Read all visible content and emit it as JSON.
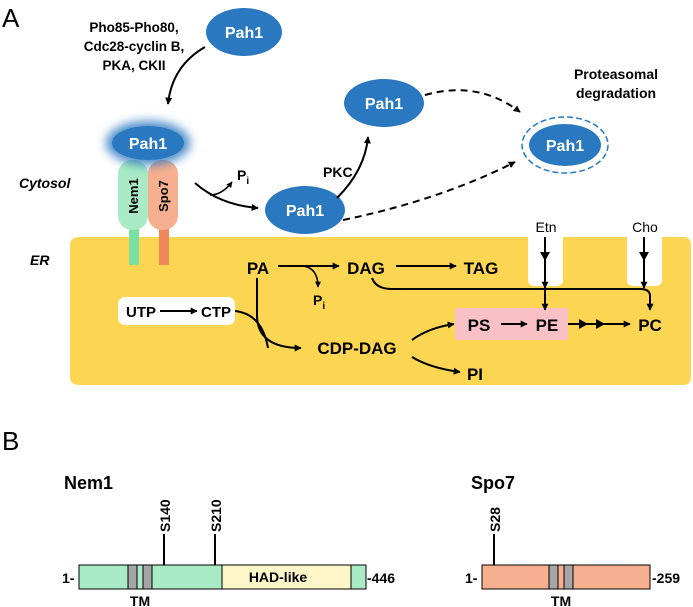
{
  "colors": {
    "pah1_fill": "#2a78c0",
    "er_fill": "#fcd553",
    "nem1_fill": "#a9ebc4",
    "nem1_stem": "#79e0a0",
    "spo7_fill": "#f6b08f",
    "spo7_stem": "#f0885c",
    "ps_pe_box": "#f9c0c6",
    "had_fill": "#fcf6c8",
    "tm_fill": "#a6a6a6"
  },
  "panel_a": {
    "label": "A",
    "kinases": [
      "Pho85-Pho80,",
      "Cdc28-cyclin B,",
      "PKA, CKII"
    ],
    "pah1_label": "Pah1",
    "nem1_label": "Nem1",
    "spo7_label": "Spo7",
    "cytosol_label": "Cytosol",
    "er_label": "ER",
    "pi_main": "P",
    "pi_sub": "i",
    "pkc_label": "PKC",
    "proteasomal": [
      "Proteasomal",
      "degradation"
    ],
    "metabolites": {
      "pa": "PA",
      "dag": "DAG",
      "tag": "TAG",
      "utp": "UTP",
      "ctp": "CTP",
      "cdp_dag": "CDP-DAG",
      "ps": "PS",
      "pe": "PE",
      "pc": "PC",
      "pi_lipid": "PI",
      "etn": "Etn",
      "cho": "Cho"
    }
  },
  "panel_b": {
    "label": "B",
    "nem1": {
      "title": "Nem1",
      "start": "1-",
      "end": "-446",
      "sites": [
        "S140",
        "S210"
      ],
      "domain": "HAD-like",
      "tm": "TM"
    },
    "spo7": {
      "title": "Spo7",
      "start": "1-",
      "end": "-259",
      "sites": [
        "S28"
      ],
      "tm": "TM"
    }
  }
}
